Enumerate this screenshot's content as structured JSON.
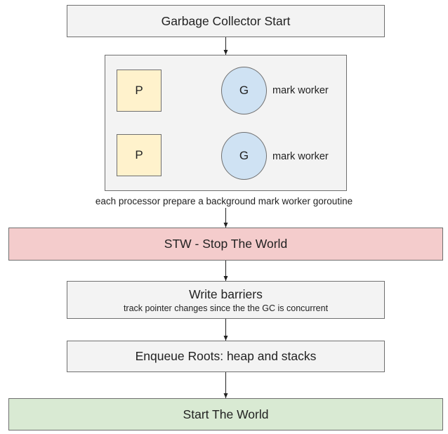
{
  "nodes": {
    "gc_start": "Garbage Collector Start",
    "processor_1": "P",
    "processor_2": "P",
    "goroutine_1": "G",
    "goroutine_2": "G",
    "worker_label_1": "mark worker",
    "worker_label_2": "mark worker",
    "caption": "each processor prepare a background mark worker goroutine",
    "stw": "STW - Stop The World",
    "write_barriers_title": "Write barriers",
    "write_barriers_sub": "track pointer changes since the the GC is concurrent",
    "enqueue_roots": "Enqueue Roots: heap and stacks",
    "start_world": "Start The World"
  },
  "colors": {
    "neutral_fill": "#f3f3f3",
    "processor_fill": "#fff2cc",
    "goroutine_fill": "#cfe2f3",
    "stw_fill": "#f4cccc",
    "start_fill": "#d9ead3",
    "border": "#6f6f6f"
  }
}
